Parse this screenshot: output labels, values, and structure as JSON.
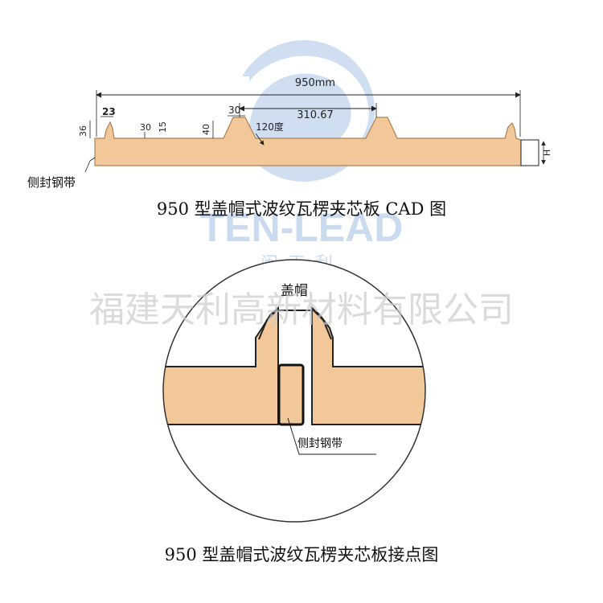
{
  "watermark": {
    "logo_text": "TEN-LEAD",
    "logo_cn": "闽天利",
    "company": "福建天利高新材料有限公司",
    "logo_color": "#a9c4e6",
    "company_color": "#d9d9d9"
  },
  "profile_drawing": {
    "dims": {
      "total_width": "950mm",
      "pitch": "310.67",
      "top_width": "30",
      "rib_height": "40",
      "rib_angle": "120度",
      "edge_height": "36",
      "edge_width": "23",
      "small_a": "30",
      "small_b": "15",
      "thickness_symbol": "H"
    },
    "label_edge_strip": "侧封钢带",
    "caption": "950 型盖帽式波纹瓦楞夹芯板 CAD 图"
  },
  "joint_detail": {
    "label_cap": "盖帽",
    "label_edge_strip": "侧封钢带",
    "caption": "950 型盖帽式波纹瓦楞夹芯板接点图"
  },
  "colors": {
    "core": "#f2c89a",
    "line": "#222222"
  }
}
